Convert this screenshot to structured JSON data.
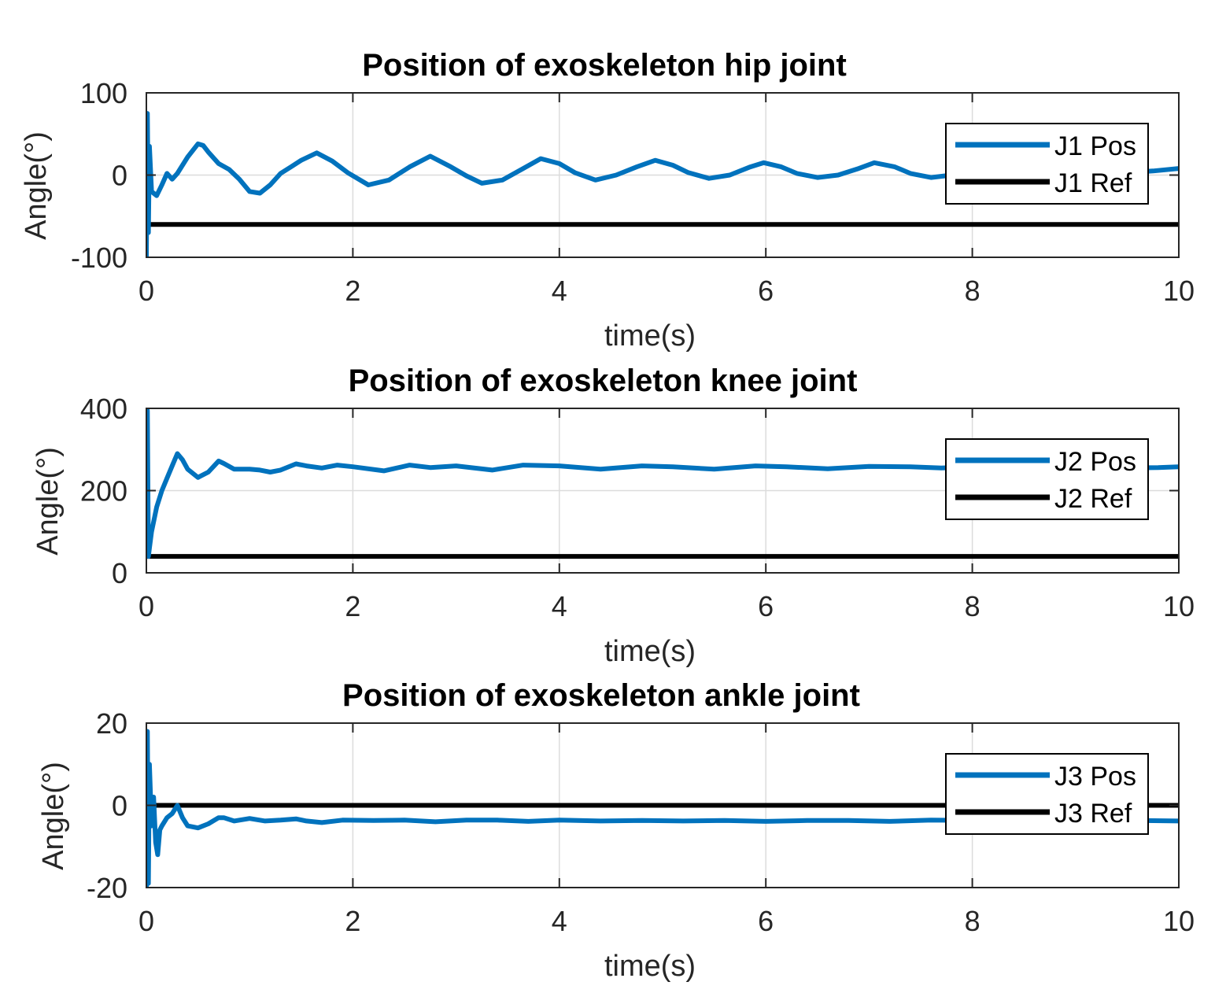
{
  "colors": {
    "pos": "#0072BD",
    "ref": "#000000",
    "grid": "#dcdcdc",
    "axis": "#262626"
  },
  "chart_data": [
    {
      "type": "line",
      "title": "Position of exoskeleton hip joint",
      "xlabel": "time(s)",
      "ylabel": "Angle(°)",
      "xlim": [
        0,
        10
      ],
      "ylim": [
        -100,
        100
      ],
      "xticks": [
        "0",
        "2",
        "4",
        "6",
        "8",
        "10"
      ],
      "yticks": [
        "100",
        "0",
        "-100"
      ],
      "grid": true,
      "legend_position": "top-right",
      "series": [
        {
          "name": "J1 Pos",
          "role": "pos",
          "x": [
            0,
            0.01,
            0.02,
            0.03,
            0.05,
            0.07,
            0.1,
            0.15,
            0.2,
            0.25,
            0.3,
            0.4,
            0.5,
            0.55,
            0.6,
            0.7,
            0.8,
            0.9,
            1.0,
            1.1,
            1.2,
            1.3,
            1.4,
            1.5,
            1.65,
            1.8,
            1.95,
            2.15,
            2.35,
            2.55,
            2.75,
            2.95,
            3.1,
            3.25,
            3.45,
            3.65,
            3.82,
            4.0,
            4.15,
            4.35,
            4.55,
            4.75,
            4.93,
            5.1,
            5.25,
            5.45,
            5.65,
            5.85,
            5.98,
            6.15,
            6.3,
            6.5,
            6.7,
            6.9,
            7.05,
            7.25,
            7.4,
            7.6,
            7.8,
            8.0,
            8.25,
            8.5,
            8.75,
            9.0,
            9.25,
            9.5,
            9.75,
            10.0
          ],
          "y": [
            -100,
            75,
            -70,
            35,
            -20,
            -22,
            -25,
            -12,
            2,
            -5,
            2,
            22,
            38,
            36,
            28,
            14,
            7,
            -5,
            -20,
            -22,
            -12,
            2,
            10,
            18,
            27,
            17,
            3,
            -12,
            -6,
            10,
            23,
            10,
            -1,
            -10,
            -6,
            8,
            20,
            14,
            3,
            -6,
            0,
            10,
            18,
            12,
            3,
            -4,
            0,
            10,
            15,
            10,
            2,
            -3,
            0,
            8,
            15,
            10,
            2,
            -3,
            0,
            7,
            13,
            8,
            1,
            -2,
            0,
            3,
            5,
            8
          ]
        },
        {
          "name": "J1 Ref",
          "role": "ref",
          "x": [
            0,
            10
          ],
          "y": [
            -60,
            -60
          ]
        }
      ]
    },
    {
      "type": "line",
      "title": "Position of exoskeleton knee joint",
      "xlabel": "time(s)",
      "ylabel": "Angle(°)",
      "xlim": [
        0,
        10
      ],
      "ylim": [
        0,
        400
      ],
      "xticks": [
        "0",
        "2",
        "4",
        "6",
        "8",
        "10"
      ],
      "yticks": [
        "400",
        "200",
        "0"
      ],
      "grid": true,
      "legend_position": "top-right",
      "series": [
        {
          "name": "J2 Pos",
          "role": "pos",
          "x": [
            0,
            0.01,
            0.02,
            0.03,
            0.05,
            0.1,
            0.15,
            0.2,
            0.25,
            0.3,
            0.35,
            0.4,
            0.5,
            0.6,
            0.7,
            0.75,
            0.85,
            1.0,
            1.1,
            1.2,
            1.3,
            1.45,
            1.55,
            1.7,
            1.85,
            2.0,
            2.3,
            2.55,
            2.75,
            3.0,
            3.35,
            3.65,
            4.0,
            4.4,
            4.8,
            5.1,
            5.5,
            5.9,
            6.2,
            6.6,
            7.0,
            7.4,
            7.7,
            8.0,
            8.3,
            8.6,
            8.9,
            9.2,
            9.5,
            9.8,
            10.0
          ],
          "y": [
            40,
            395,
            40,
            60,
            100,
            160,
            200,
            230,
            260,
            290,
            275,
            252,
            232,
            245,
            272,
            266,
            252,
            252,
            250,
            245,
            250,
            265,
            260,
            255,
            262,
            258,
            248,
            262,
            256,
            260,
            250,
            262,
            260,
            252,
            260,
            258,
            252,
            260,
            258,
            253,
            259,
            258,
            255,
            258,
            256,
            254,
            258,
            256,
            255,
            256,
            258
          ]
        },
        {
          "name": "J2 Ref",
          "role": "ref",
          "x": [
            0,
            10
          ],
          "y": [
            40,
            40
          ]
        }
      ]
    },
    {
      "type": "line",
      "title": "Position of exoskeleton ankle joint",
      "xlabel": "time(s)",
      "ylabel": "Angle(°)",
      "xlim": [
        0,
        10
      ],
      "ylim": [
        -20,
        20
      ],
      "xticks": [
        "0",
        "2",
        "4",
        "6",
        "8",
        "10"
      ],
      "yticks": [
        "20",
        "0",
        "-20"
      ],
      "grid": true,
      "legend_position": "top-right",
      "series": [
        {
          "name": "J3 Pos",
          "role": "pos",
          "x": [
            0,
            0.01,
            0.02,
            0.03,
            0.05,
            0.07,
            0.09,
            0.11,
            0.13,
            0.15,
            0.2,
            0.25,
            0.3,
            0.35,
            0.4,
            0.5,
            0.6,
            0.7,
            0.75,
            0.85,
            1.0,
            1.15,
            1.3,
            1.45,
            1.55,
            1.7,
            1.9,
            2.2,
            2.5,
            2.8,
            3.1,
            3.4,
            3.7,
            4.0,
            4.4,
            4.8,
            5.2,
            5.6,
            6.0,
            6.4,
            6.8,
            7.2,
            7.6,
            8.0,
            8.4,
            8.8,
            9.2,
            9.6,
            10.0
          ],
          "y": [
            -20,
            18,
            -19,
            10,
            -5,
            2,
            -9,
            -12,
            -6,
            -5,
            -3,
            -2,
            0,
            -3,
            -5,
            -5.5,
            -4.5,
            -3,
            -3,
            -3.8,
            -3.2,
            -3.8,
            -3.6,
            -3.3,
            -3.8,
            -4.2,
            -3.6,
            -3.7,
            -3.6,
            -4.0,
            -3.6,
            -3.6,
            -3.9,
            -3.6,
            -3.8,
            -3.7,
            -3.8,
            -3.7,
            -3.9,
            -3.7,
            -3.7,
            -3.9,
            -3.6,
            -3.7,
            -3.7,
            -3.8,
            -3.6,
            -3.7,
            -3.8
          ]
        },
        {
          "name": "J3 Ref",
          "role": "ref",
          "x": [
            0,
            10
          ],
          "y": [
            0,
            0
          ]
        }
      ]
    }
  ]
}
